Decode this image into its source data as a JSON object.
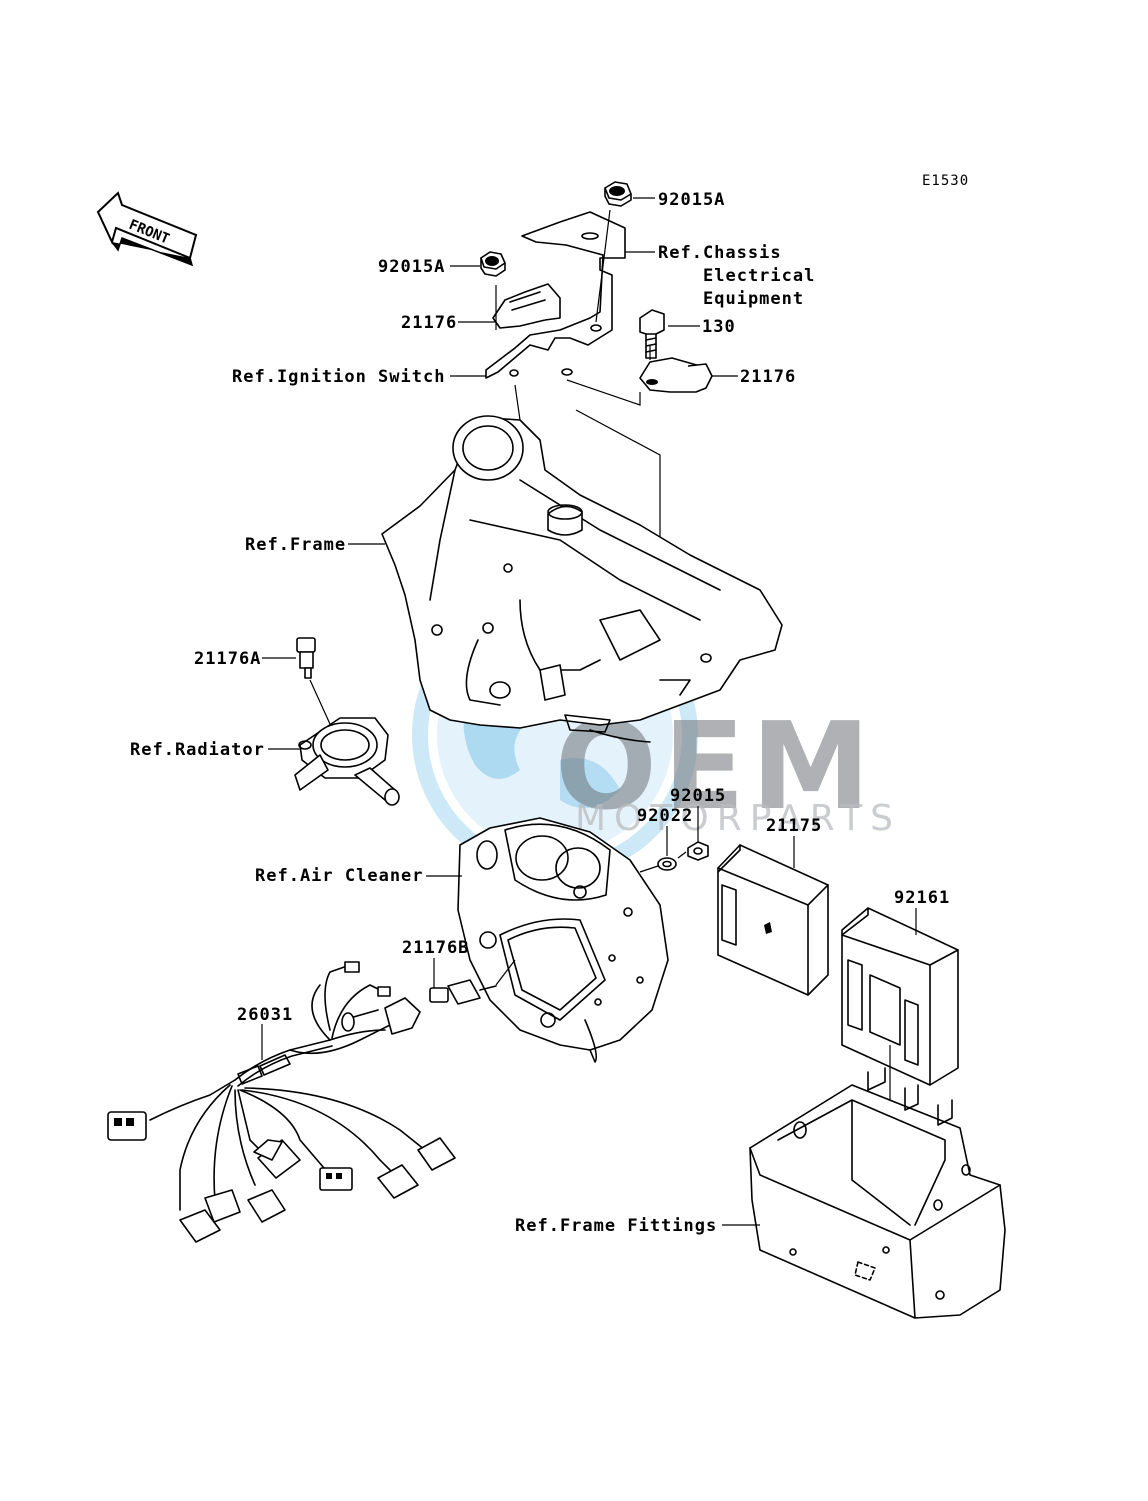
{
  "diagram_code": "E1530",
  "front_label": "FRONT",
  "labels": {
    "nut_92015A_top": "92015A",
    "ref_chassis_line1": "Ref.Chassis",
    "ref_chassis_line2": "Electrical",
    "ref_chassis_line3": "Equipment",
    "nut_92015A_left": "92015A",
    "sensor_21176_left": "21176",
    "bolt_130": "130",
    "sensor_21176_right": "21176",
    "ref_ignition_switch": "Ref.Ignition Switch",
    "ref_frame": "Ref.Frame",
    "sensor_21176A": "21176A",
    "ref_radiator": "Ref.Radiator",
    "nut_92015": "92015",
    "washer_92022": "92022",
    "ecu_21175": "21175",
    "ref_air_cleaner": "Ref.Air Cleaner",
    "case_92161": "92161",
    "sensor_21176B": "21176B",
    "harness_26031": "26031",
    "ref_frame_fittings": "Ref.Frame Fittings"
  },
  "watermark": {
    "brand": "OEM",
    "tagline": "MOTORPARTS",
    "colors": {
      "globe": "#9fd3ef",
      "globe_ring": "#cde9f7",
      "text": "#6f7378"
    }
  }
}
